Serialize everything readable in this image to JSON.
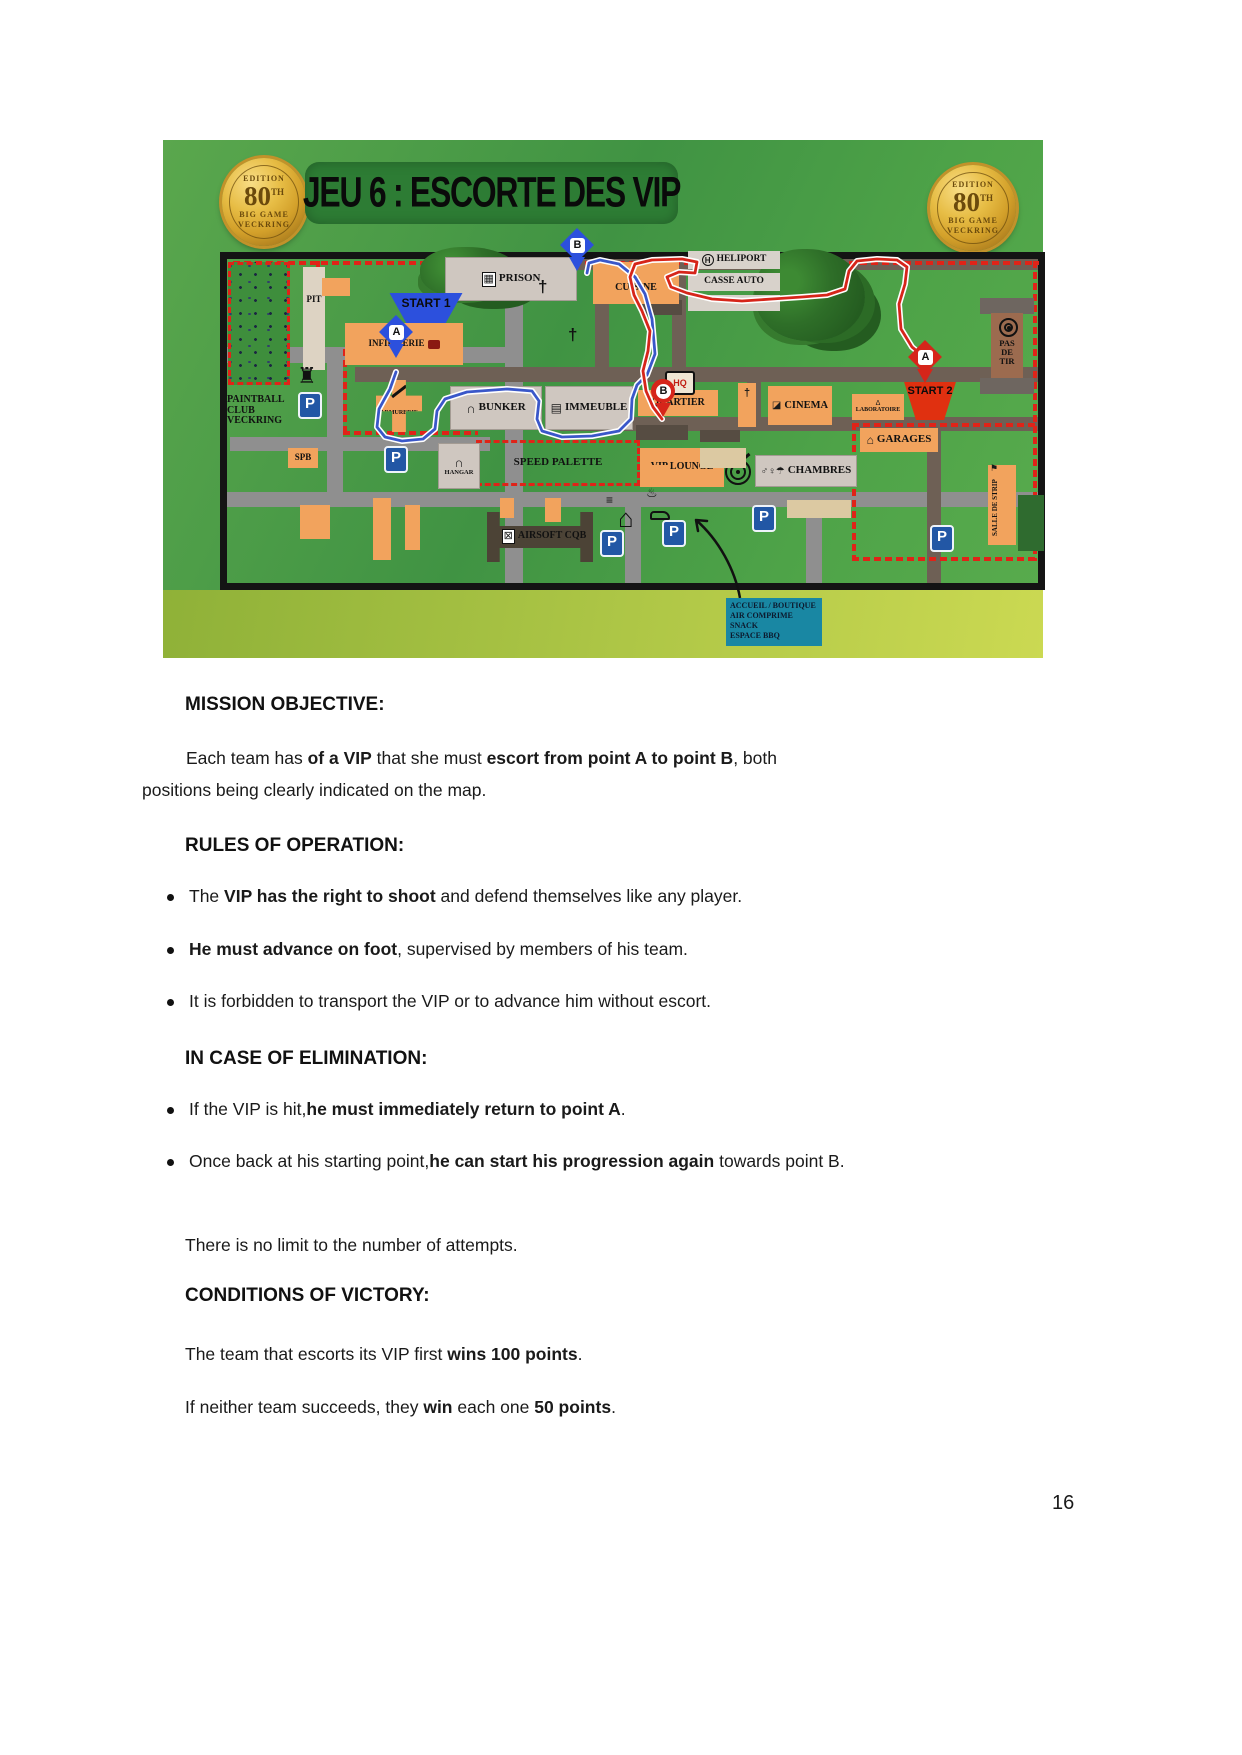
{
  "page": {
    "number": "16"
  },
  "colors": {
    "map_green": "#409343",
    "banner_green": "#2d7c34",
    "gold": "#d3a02a",
    "boundary_red": "#e02318",
    "path_blue": "#2c50dd",
    "path_red": "#d6251a",
    "building_orange": "#f2a35d",
    "building_gray": "#cfc7c0",
    "info_teal": "#1987a3",
    "strip_green": "#a9c344",
    "parking_blue": "#2257a5"
  },
  "map": {
    "title": "JEU 6 : ESCORTE DES VIP",
    "badge": {
      "edition": "EDITION",
      "number": "80",
      "suffix": "TH",
      "line2": "BIG GAME",
      "line3": "VECKRING"
    },
    "labels": {
      "pit": "PIT",
      "paintball_club": "PAINTBALL\nCLUB\nVECKRING",
      "start1": "START 1",
      "start2": "START 2",
      "marker_a": "A",
      "marker_b": "B",
      "infirmerie": "INFIRMERIE",
      "prison": "PRISON",
      "cuisine": "CUISINE",
      "heliport": "HELIPORT",
      "casse_auto": "CASSE AUTO",
      "armurerie": "ARMURERIE",
      "bunker": "BUNKER",
      "immeuble": "IMMEUBLE",
      "quartier": "QUARTIER",
      "hq": "HQ",
      "cinema": "CINEMA",
      "laboratoire": "LABORATOIRE",
      "pas_de_tir": "PAS\nDE\nTIR",
      "garages": "GARAGES",
      "chambres": "CHAMBRES",
      "vip_lounge": "VIP LOUNGE",
      "speed_palette": "SPEED PALETTE",
      "hangar": "HANGAR",
      "spb": "SPB",
      "airsoft": "AIRSOFT CQB",
      "salle_de_strip": "SALLE DE STRIP",
      "parking": "P"
    },
    "icons": {
      "castle": "♜",
      "home": "⌂",
      "bbq": "♨",
      "burger": "≡",
      "pot": "♨",
      "pole": "†",
      "church": "†",
      "prison": "▦",
      "arc": "∩",
      "immeuble": "▤",
      "garage": "⌂",
      "cinema": "◪",
      "lab": "Δ",
      "airsoft": "⊠",
      "chambres": "♂♀☂",
      "helipad": "H",
      "flag": "⚑"
    },
    "info_box": {
      "lines": [
        "ACCUEIL / BOUTIQUE",
        "AIR COMPRIME",
        "SNACK",
        "ESPACE BBQ"
      ]
    }
  },
  "sections": {
    "mission": {
      "title": "MISSION OBJECTIVE:",
      "paragraph": [
        {
          "t": "Each team has "
        },
        {
          "t": "of a VIP",
          "b": true
        },
        {
          "t": " that she must "
        },
        {
          "t": "escort from point A to point B",
          "b": true
        },
        {
          "t": ", both positions being clearly indicated on the map."
        }
      ]
    },
    "rules": {
      "title": "RULES OF OPERATION:",
      "bullets": [
        [
          {
            "t": "The "
          },
          {
            "t": "VIP has the right to shoot",
            "b": true
          },
          {
            "t": " and defend themselves like any player."
          }
        ],
        [
          {
            "t": "He must advance on foot",
            "b": true
          },
          {
            "t": ", supervised by members of his team."
          }
        ],
        [
          {
            "t": "It is forbidden to transport the VIP or to advance him without escort."
          }
        ]
      ]
    },
    "elimination": {
      "title": "IN CASE OF ELIMINATION:",
      "bullets": [
        [
          {
            "t": "If the VIP is hit,"
          },
          {
            "t": "he must immediately return to point A",
            "b": true
          },
          {
            "t": "."
          }
        ],
        [
          {
            "t": "Once back at his starting point,"
          },
          {
            "t": "he can start his progression again",
            "b": true
          },
          {
            "t": " towards point B."
          }
        ]
      ],
      "note": "There is no limit to the number of attempts."
    },
    "victory": {
      "title": "CONDITIONS OF VICTORY:",
      "lines": [
        [
          {
            "t": "The team that escorts its VIP first "
          },
          {
            "t": "wins 100 points",
            "b": true
          },
          {
            "t": "."
          }
        ],
        [
          {
            "t": "If neither team succeeds, they "
          },
          {
            "t": "win",
            "b": true
          },
          {
            "t": " each one "
          },
          {
            "t": "50 points",
            "b": true
          },
          {
            "t": "."
          }
        ]
      ]
    }
  }
}
